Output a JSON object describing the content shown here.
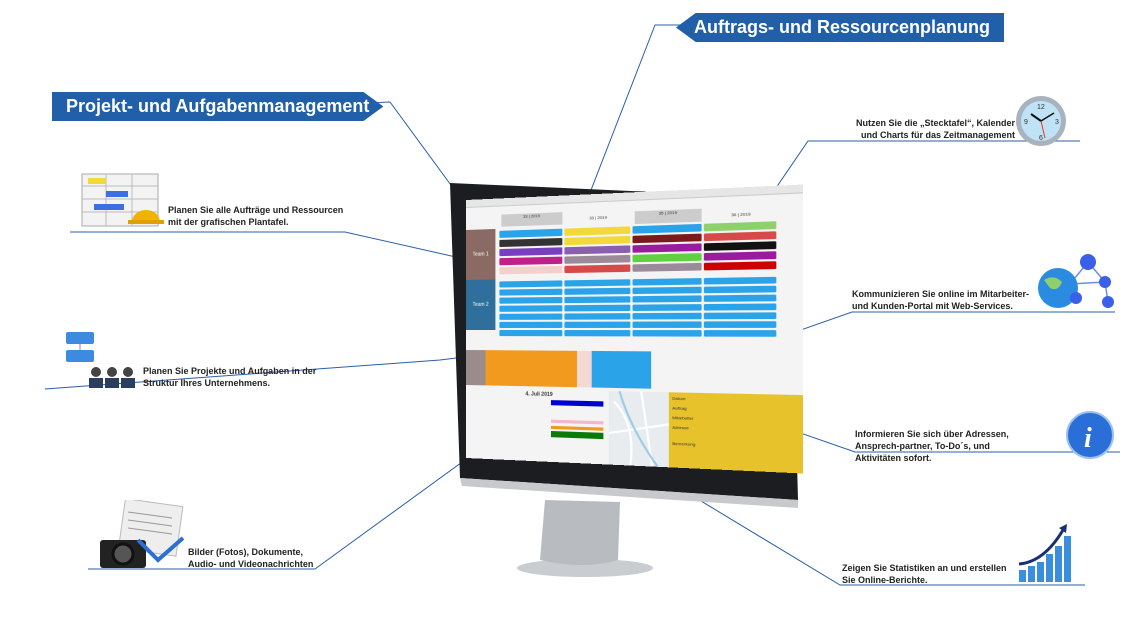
{
  "banners": {
    "left": "Projekt- und Aufgabenmanagement",
    "right": "Auftrags- und Ressourcenplanung"
  },
  "callouts": {
    "plantafel": "Planen Sie alle Aufträge und Ressourcen mit der grafischen Plantafel.",
    "struktur": "Planen Sie Projekte und Aufgaben in der Struktur Ihres Unternehmens.",
    "medien": "Bilder (Fotos), Dokumente, Audio- und Videonachrichten",
    "zeit": "Nutzen Sie die „Stecktafel“, Kalender und Charts für das Zeitmanagement",
    "portal": "Kommunizieren Sie online im Mitarbeiter- und Kunden-Portal mit Web-Services.",
    "info": "Informieren Sie sich über Adressen, Ansprech-partner, To-Do´s, und Aktivitäten sofort.",
    "statistik": "Zeigen Sie Statistiken an und erstellen Sie Online-Berichte."
  },
  "screen": {
    "teams": [
      "Team 1",
      "Team 2"
    ],
    "weeks": [
      "33 | 2019",
      "33 | 2019",
      "35 | 2019",
      "36 | 2019"
    ],
    "date": "4. Juli 2019",
    "form_labels": [
      "Datum",
      "Auftrag",
      "Mitarbeiter",
      "Adresse",
      "Bemerkung"
    ],
    "clock_numbers": [
      "12",
      "3",
      "6",
      "9"
    ]
  },
  "colors": {
    "accent": "#2160a8",
    "bar": "#2ba3e8",
    "form": "#e8c22a",
    "orange": "#f29a1e"
  }
}
